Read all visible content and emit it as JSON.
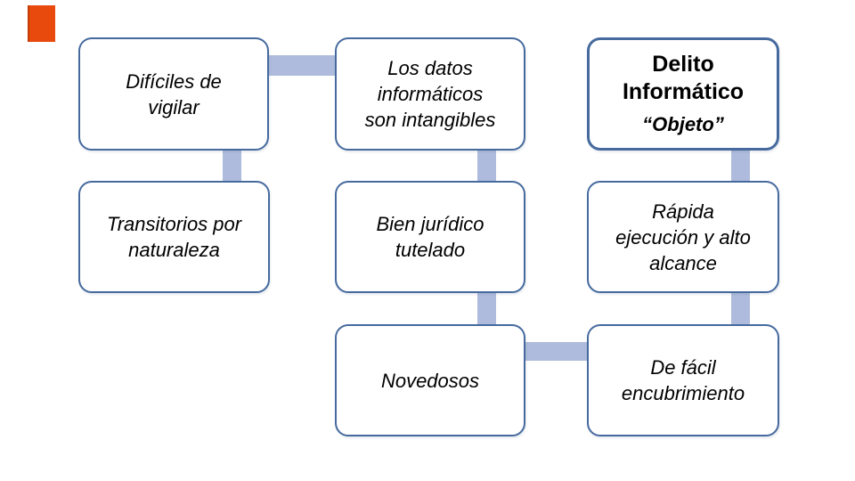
{
  "colors": {
    "background": "#FFFFFF",
    "box_border": "#466A9E",
    "connector": "#AEBBDC",
    "accent_orange": "#E8490D",
    "text": "#000000"
  },
  "diagram": {
    "hub": {
      "title": "Delito\nInformático",
      "subtitle": "“Objeto”"
    },
    "boxes": {
      "dificiles": {
        "text": [
          "Difíciles de",
          "vigilar"
        ]
      },
      "datos": {
        "text": [
          "Los datos",
          "informáticos",
          "son intangibles"
        ]
      },
      "transitorios": {
        "text": [
          "Transitorios por",
          "naturaleza"
        ]
      },
      "bien": {
        "text": [
          "Bien jurídico",
          "tutelado"
        ]
      },
      "rapida": {
        "text": [
          "Rápida",
          "ejecución y alto",
          "alcance"
        ]
      },
      "novedosos": {
        "text": [
          "Novedosos"
        ]
      },
      "facil": {
        "text": [
          "De fácil",
          "encubrimiento"
        ]
      }
    }
  }
}
